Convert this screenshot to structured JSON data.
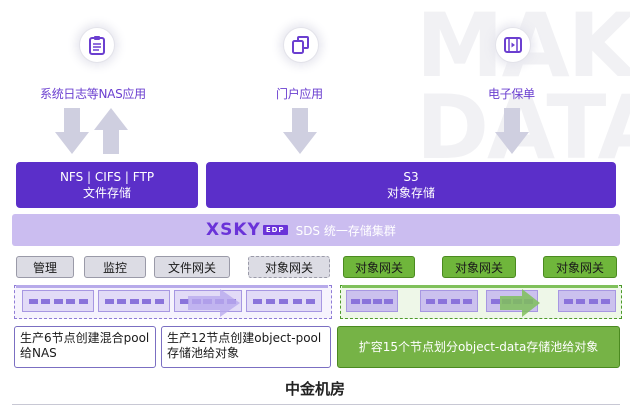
{
  "watermark": {
    "line1": "MAKE",
    "line2": "DATA"
  },
  "apps": [
    {
      "label": "系统日志等NAS应用",
      "icon": "clipboard-icon"
    },
    {
      "label": "门户应用",
      "icon": "copy-icon"
    },
    {
      "label": "电子保单",
      "icon": "film-icon"
    }
  ],
  "protocols": {
    "file": {
      "line1": "NFS | CIFS | FTP",
      "line2": "文件存储"
    },
    "object": {
      "line1": "S3",
      "line2": "对象存储"
    }
  },
  "cluster": {
    "brand": "XSKY",
    "brand_tag": "EDP",
    "text": "SDS 统一存储集群"
  },
  "gateways": [
    {
      "label": "管理",
      "style": "grey"
    },
    {
      "label": "监控",
      "style": "grey"
    },
    {
      "label": "文件网关",
      "style": "grey"
    },
    {
      "label": "对象网关",
      "style": "dashed"
    },
    {
      "label": "对象网关",
      "style": "green"
    },
    {
      "label": "对象网关",
      "style": "green"
    },
    {
      "label": "对象网关",
      "style": "green"
    }
  ],
  "descriptions": [
    {
      "text": "生产6节点创建混合pool给NAS"
    },
    {
      "text": "生产12节点创建object-pool存储池给对象"
    },
    {
      "text": "扩容15个节点划分object-data存储池给对象"
    }
  ],
  "footer": {
    "title": "中金机房"
  },
  "colors": {
    "primary": "#5b2fc9",
    "cluster": "#cbbdf0",
    "accent_green": "#6fb63b",
    "brand": "#6a33d8",
    "label_purple": "#6b3fd0"
  }
}
